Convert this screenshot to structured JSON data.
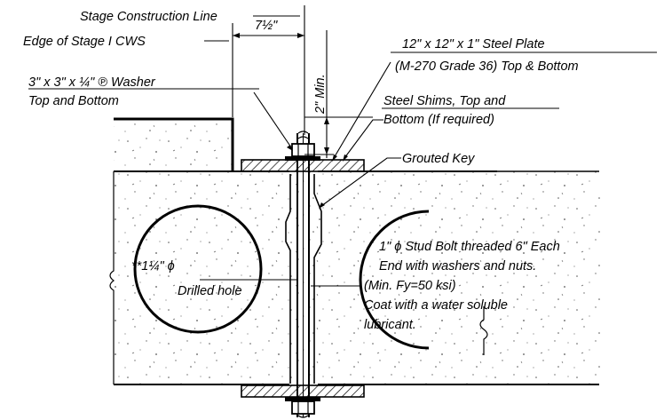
{
  "labels": {
    "stage_line": "Stage Construction Line",
    "edge_cws": "Edge of Stage I CWS",
    "dim_seven_half": "7½\"",
    "dim_two_min": "2\" Min.",
    "washer_line1": "3\" x 3\" x ¼\" ℗ Washer",
    "washer_line2": "Top and Bottom",
    "plate_line1": "12\" x 12\" x 1\" Steel Plate",
    "plate_line2": "(M-270 Grade 36) Top & Bottom",
    "shims_line1": "Steel Shims, Top and",
    "shims_line2": "Bottom (If required)",
    "grouted_key": "Grouted Key",
    "hole_line1": "**1¼\" ϕ",
    "hole_line2": "Drilled hole",
    "bolt_line1": "1\" ϕ Stud Bolt threaded 6\" Each",
    "bolt_line2": "End with washers and nuts.",
    "bolt_line3": "(Min. Fy=50 ksi)",
    "bolt_line4": "Coat with a water soluble",
    "bolt_line5": "lubricant."
  },
  "colors": {
    "ink": "#000000",
    "paper": "#ffffff"
  }
}
